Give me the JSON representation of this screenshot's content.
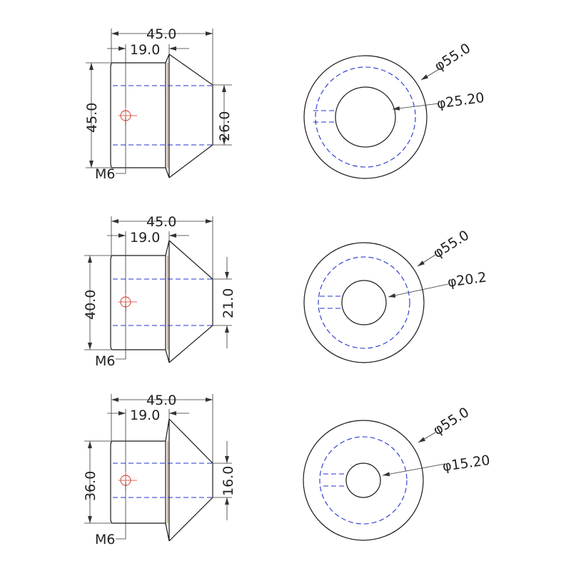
{
  "drawing": {
    "rows": [
      {
        "overall_length": "45.0",
        "body_length": "19.0",
        "body_diameter": "45.0",
        "tip_diameter": "26.0",
        "thread": "M6",
        "outer_dia": "φ55.0",
        "bore_dia": "φ25.20"
      },
      {
        "overall_length": "45.0",
        "body_length": "19.0",
        "body_diameter": "40.0",
        "tip_diameter": "21.0",
        "thread": "M6",
        "outer_dia": "φ55.0",
        "bore_dia": "φ20.2"
      },
      {
        "overall_length": "45.0",
        "body_length": "19.0",
        "body_diameter": "36.0",
        "tip_diameter": "16.0",
        "thread": "M6",
        "outer_dia": "φ55.0",
        "bore_dia": "φ15.20"
      }
    ],
    "colors": {
      "outline": "#1a1a1a",
      "hidden_line": "#2233cc",
      "tapped_hole": "#d03020",
      "flange_edge": "#b08a2a"
    }
  }
}
